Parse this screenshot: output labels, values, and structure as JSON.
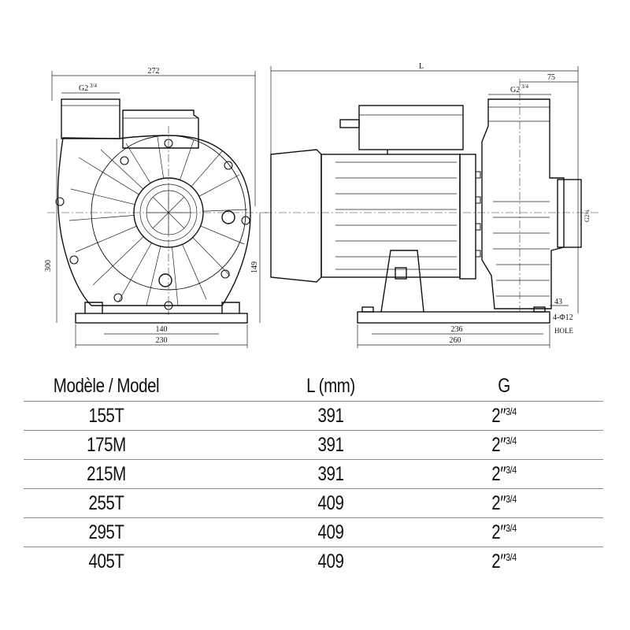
{
  "drawing": {
    "dimensions": {
      "front_width": "272",
      "front_thread": "G2",
      "front_thread_frac": "3/4",
      "front_height": "300",
      "front_axis_height": "149",
      "front_inner_base": "140",
      "front_base": "230",
      "side_length": "L",
      "side_offset": "75",
      "side_thread": "G2",
      "side_thread_frac": "3/4",
      "side_port_label": "G2¾",
      "side_base_height": "43",
      "side_holes": "4-Φ12",
      "side_hole_label": "HOLE",
      "side_inner_base": "236",
      "side_base": "260"
    }
  },
  "table": {
    "headers": {
      "model": "Modèle / Model",
      "length": "L (mm)",
      "g": "G"
    },
    "g_prefix": "2′′",
    "g_sup": "3/4",
    "rows": [
      {
        "model": "155T",
        "length": "391"
      },
      {
        "model": "175M",
        "length": "391"
      },
      {
        "model": "215M",
        "length": "391"
      },
      {
        "model": "255T",
        "length": "409"
      },
      {
        "model": "295T",
        "length": "409"
      },
      {
        "model": "405T",
        "length": "409"
      }
    ]
  }
}
